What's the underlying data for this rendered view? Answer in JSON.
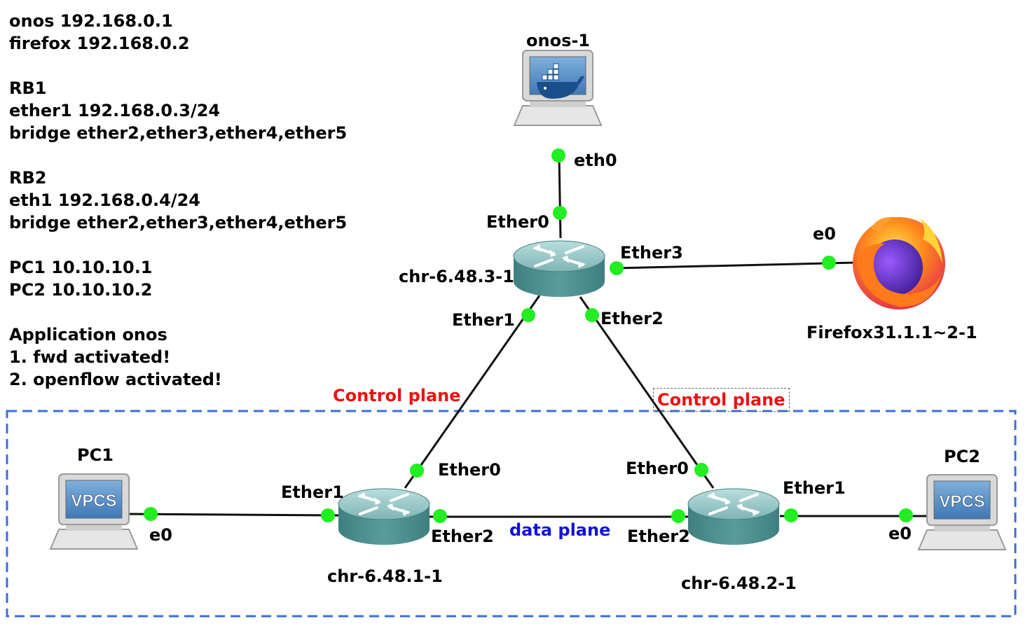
{
  "notes": [
    "onos 192.168.0.1",
    "firefox 192.168.0.2",
    "",
    "RB1",
    "ether1 192.168.0.3/24",
    "bridge ether2,ether3,ether4,ether5",
    "",
    "RB2",
    "eth1 192.168.0.4/24",
    "bridge ether2,ether3,ether4,ether5",
    "",
    "PC1 10.10.10.1",
    "PC2 10.10.10.2",
    "",
    "Application onos",
    "1. fwd activated!",
    "2. openflow activated!"
  ],
  "nodes": {
    "onos": {
      "name": "onos-1",
      "icon": "docker-workstation-icon"
    },
    "router_top": {
      "name": "chr-6.48.3-1",
      "icon": "router-icon"
    },
    "firefox": {
      "name": "Firefox31.1.1~2-1",
      "icon": "firefox-icon"
    },
    "router_left": {
      "name": "chr-6.48.1-1",
      "icon": "router-icon"
    },
    "router_right": {
      "name": "chr-6.48.2-1",
      "icon": "router-icon"
    },
    "pc1": {
      "name": "PC1",
      "screen": "VPCS",
      "icon": "vpcs-computer-icon"
    },
    "pc2": {
      "name": "PC2",
      "screen": "VPCS",
      "icon": "vpcs-computer-icon"
    }
  },
  "ports": {
    "onos_eth0": "eth0",
    "top_ether0": "Ether0",
    "top_ether3": "Ether3",
    "top_ether1": "Ether1",
    "top_ether2": "Ether2",
    "firefox_e0": "e0",
    "left_ether0": "Ether0",
    "left_ether1": "Ether1",
    "left_ether2": "Ether2",
    "right_ether0": "Ether0",
    "right_ether1": "Ether1",
    "right_ether2": "Ether2",
    "pc1_e0": "e0",
    "pc2_e0": "e0"
  },
  "annotations": {
    "control_plane_left": "Control plane",
    "control_plane_right": "Control plane",
    "data_plane": "data plane"
  },
  "colors": {
    "port": "#22ee22",
    "link": "#111111",
    "router": "#4b8e8e",
    "control_plane": "#ee1111",
    "data_plane": "#1111dd",
    "region_border": "#3a6fd8"
  }
}
